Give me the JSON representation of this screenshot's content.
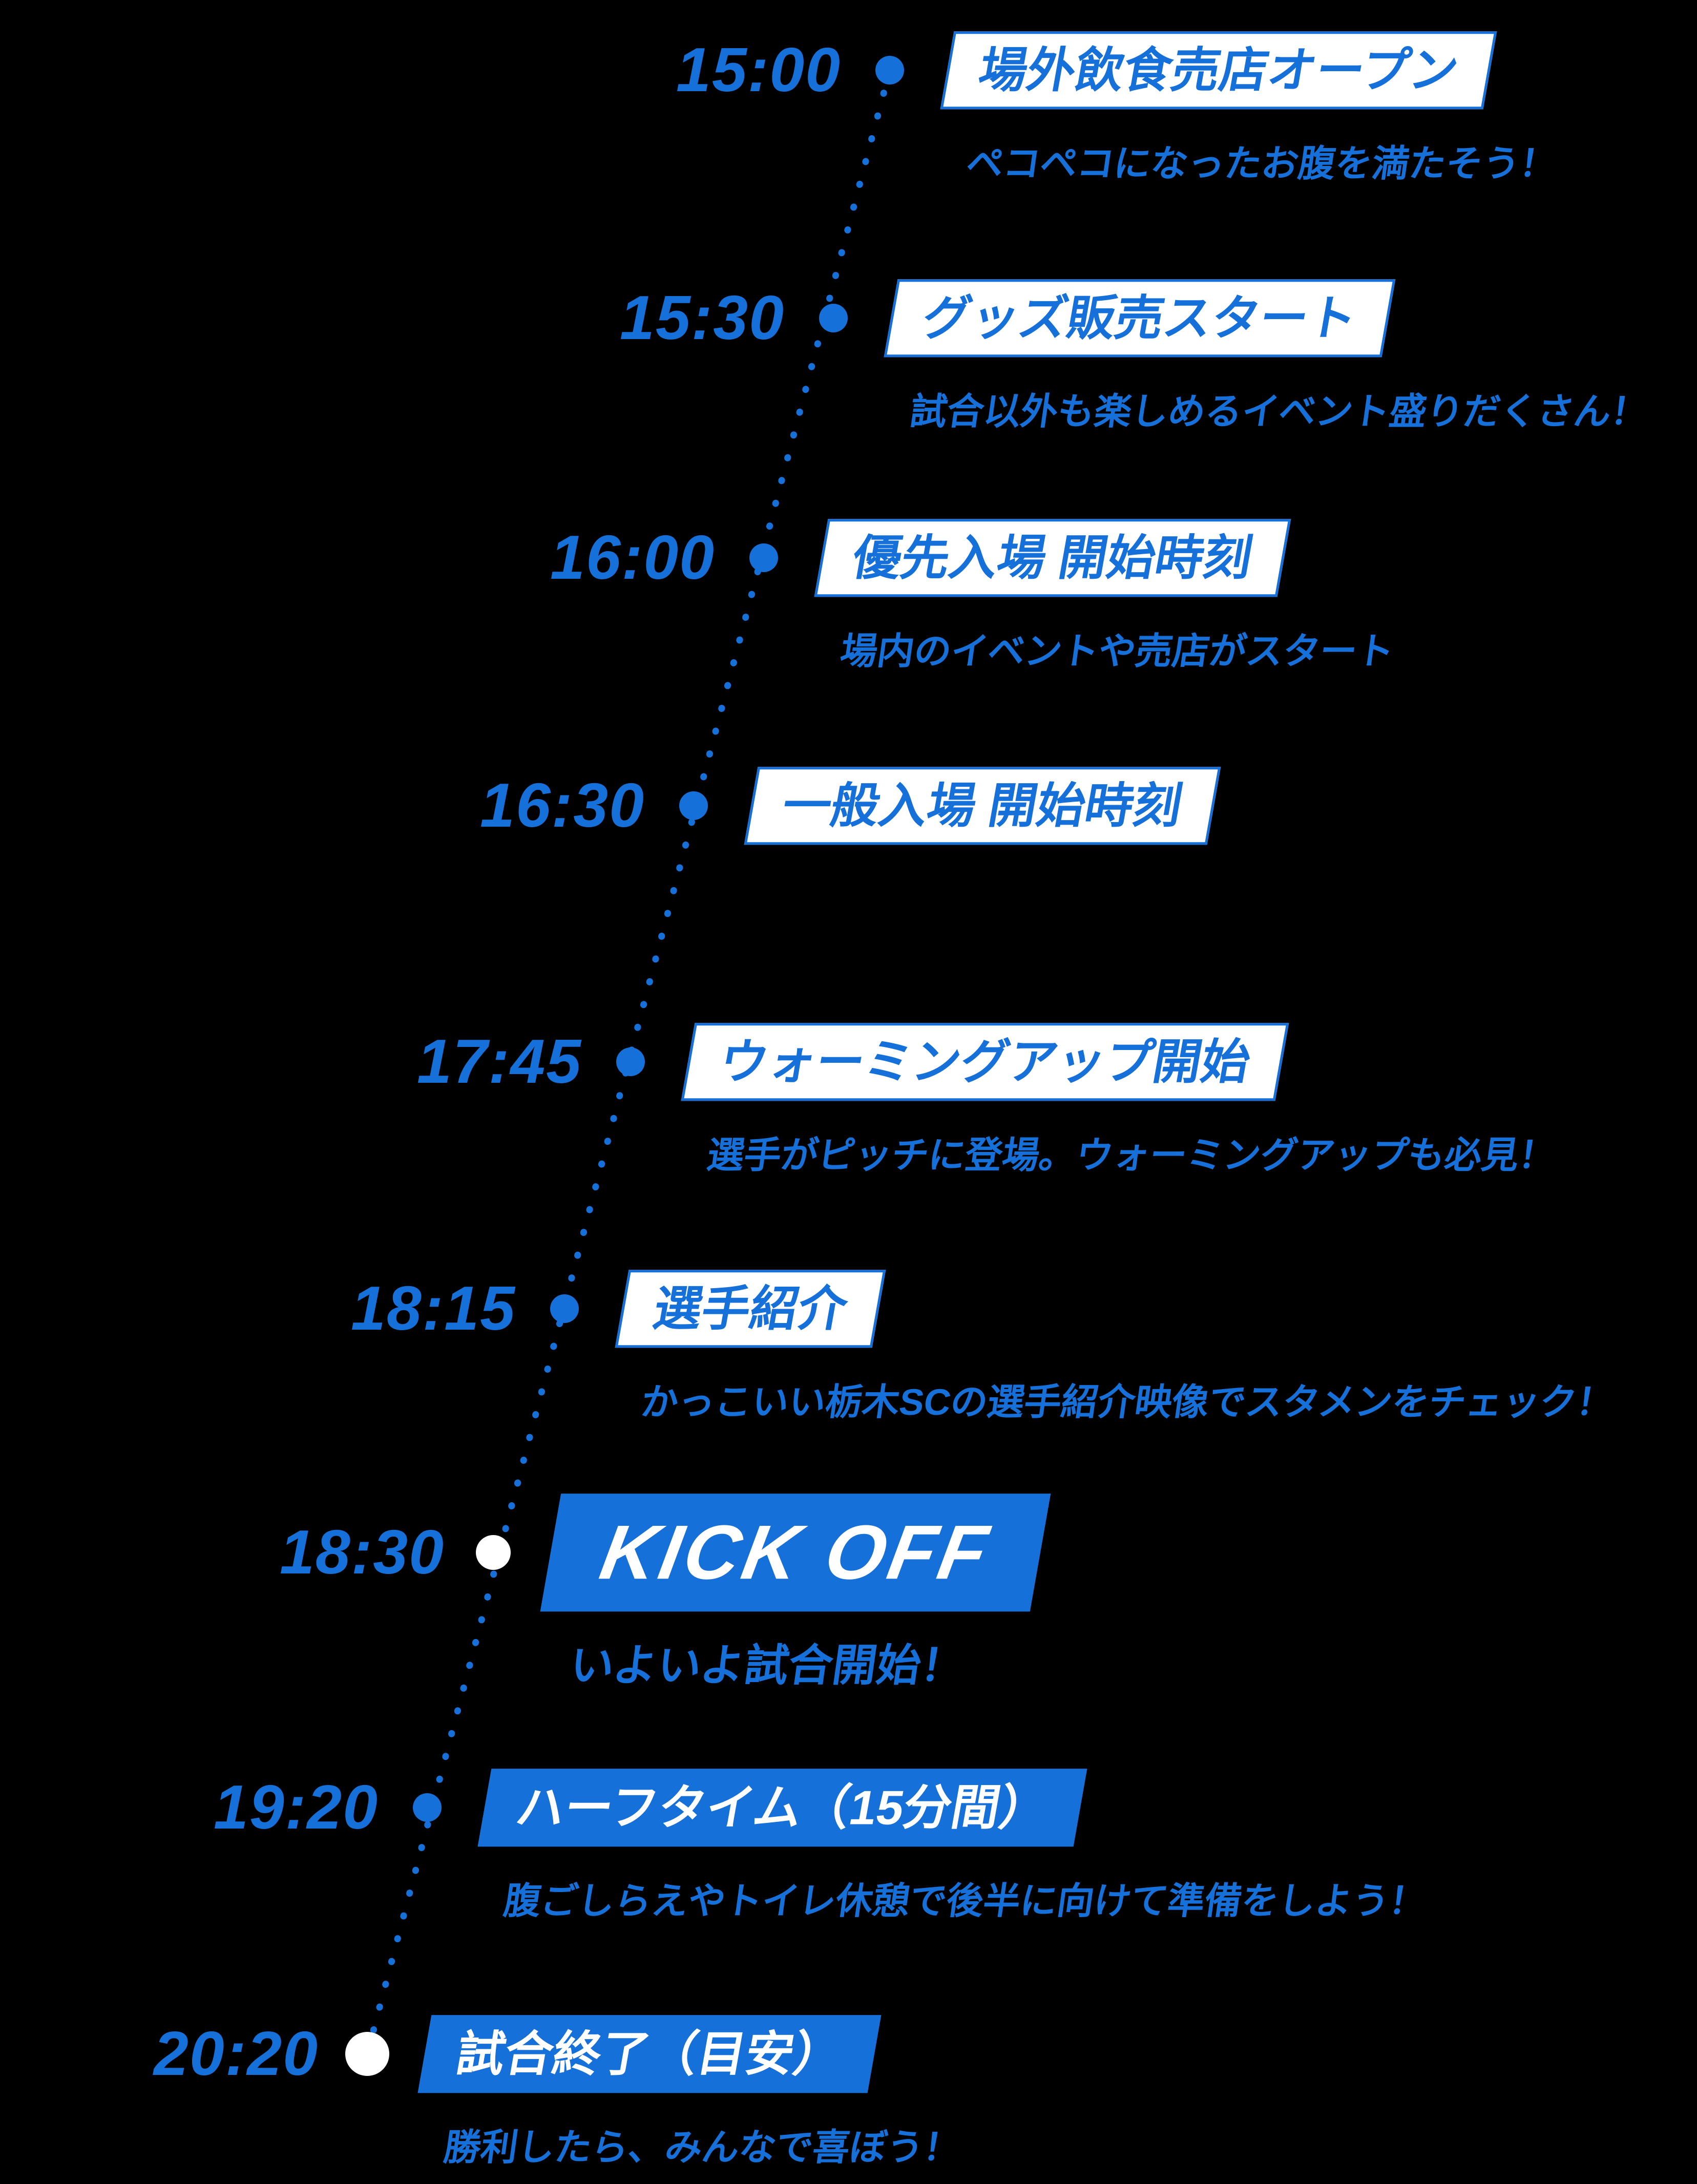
{
  "colors": {
    "background": "#000000",
    "accent": "#1670d9",
    "white_box": "#ffffff"
  },
  "timeline": {
    "events": [
      {
        "time": "15:00",
        "title": "場外飲食売店オープン",
        "description": "ペコペコになったお腹を満たそう！",
        "box_style": "white"
      },
      {
        "time": "15:30",
        "title": "グッズ販売スタート",
        "description": "試合以外も楽しめるイベント盛りだくさん！",
        "box_style": "white"
      },
      {
        "time": "16:00",
        "title": "優先入場 開始時刻",
        "description": "場内のイベントや売店がスタート",
        "box_style": "white"
      },
      {
        "time": "16:30",
        "title": "一般入場 開始時刻",
        "description": "",
        "box_style": "white"
      },
      {
        "time": "17:45",
        "title": "ウォーミングアップ開始",
        "description": "選手がピッチに登場。ウォーミングアップも必見！",
        "box_style": "white"
      },
      {
        "time": "18:15",
        "title": "選手紹介",
        "description": "かっこいい栃木SCの選手紹介映像でスタメンをチェック！",
        "box_style": "white"
      },
      {
        "time": "18:30",
        "title": "KICK OFF",
        "description": "いよいよ試合開始！",
        "box_style": "blue"
      },
      {
        "time": "19:20",
        "title": "ハーフタイム（15分間）",
        "description": "腹ごしらえやトイレ休憩で後半に向けて準備をしよう！",
        "box_style": "blue"
      },
      {
        "time": "20:20",
        "title": "試合終了（目安）",
        "description": "勝利したら、みんなで喜ぼう！",
        "box_style": "blue"
      }
    ]
  }
}
